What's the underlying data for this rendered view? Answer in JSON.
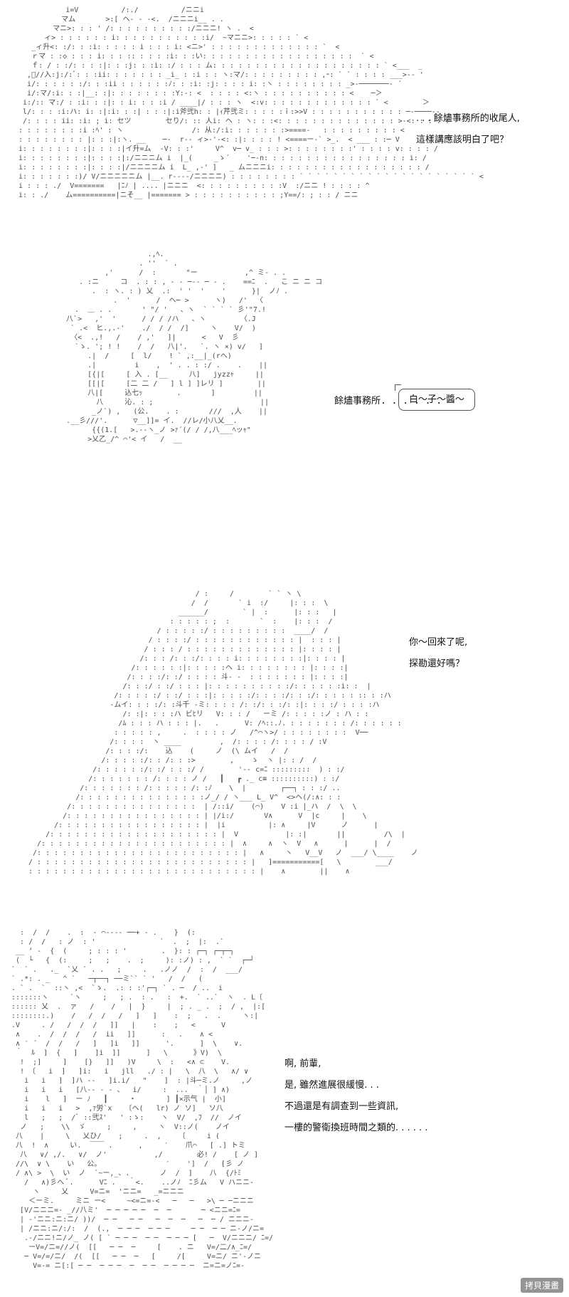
{
  "panels": [
    {
      "id": "panel-1",
      "dialog": [
        ". . . 餘燼事務所的收尾人,",
        "這樣講應該明白了吧？"
      ]
    },
    {
      "id": "panel-2",
      "dialog": [
        "餘燼事務所. . . . . ."
      ],
      "callout": "白～子～醬～"
    },
    {
      "id": "panel-3",
      "dialog": [
        "你～回來了呢,",
        "探勘還好嗎？"
      ]
    },
    {
      "id": "panel-4",
      "dialog": [
        "啊, 前輩,",
        "是, 雖然進展很緩慢. . .",
        "不過還是有調查到一些資訊,",
        "一樓的警衛換班時間之類的. . . . . ."
      ]
    }
  ],
  "watermark": "拷貝漫畫",
  "colors": {
    "background": "#ffffff",
    "text": "#111111",
    "art": "#4a4a4a"
  }
}
